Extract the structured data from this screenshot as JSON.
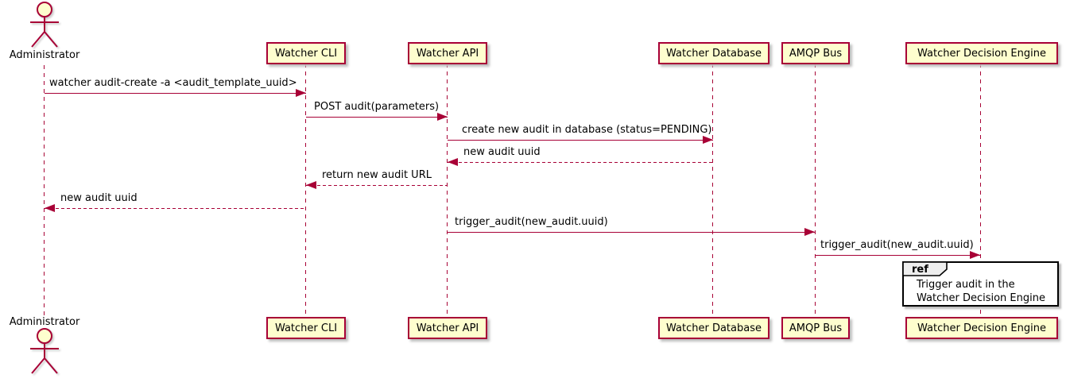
{
  "diagram": {
    "type": "sequence",
    "actor": {
      "name": "Administrator"
    },
    "participants": [
      {
        "label": "Watcher CLI"
      },
      {
        "label": "Watcher API"
      },
      {
        "label": "Watcher Database"
      },
      {
        "label": "AMQP Bus"
      },
      {
        "label": "Watcher Decision Engine"
      }
    ],
    "messages": [
      {
        "from": "Administrator",
        "to": "Watcher CLI",
        "style": "solid",
        "label": "watcher audit-create -a <audit_template_uuid>"
      },
      {
        "from": "Watcher CLI",
        "to": "Watcher API",
        "style": "solid",
        "label": "POST audit(parameters)"
      },
      {
        "from": "Watcher API",
        "to": "Watcher Database",
        "style": "solid",
        "label": "create new audit in database (status=PENDING)"
      },
      {
        "from": "Watcher Database",
        "to": "Watcher API",
        "style": "dashed-return",
        "label": "new audit uuid"
      },
      {
        "from": "Watcher API",
        "to": "Watcher CLI",
        "style": "dashed-return",
        "label": "return new audit URL"
      },
      {
        "from": "Watcher CLI",
        "to": "Administrator",
        "style": "dashed-return",
        "label": "new audit uuid"
      },
      {
        "from": "Watcher API",
        "to": "AMQP Bus",
        "style": "solid",
        "label": "trigger_audit(new_audit.uuid)"
      },
      {
        "from": "AMQP Bus",
        "to": "Watcher Decision Engine",
        "style": "solid",
        "label": "trigger_audit(new_audit.uuid)"
      }
    ],
    "ref": {
      "keyword": "ref",
      "lines": [
        "Trigger audit in the",
        "Watcher Decision Engine"
      ]
    },
    "colors": {
      "participant_fill": "#FEFECE",
      "participant_border": "#A80036",
      "arrow": "#A80036",
      "lifeline": "#A80036",
      "ref_border": "#000000",
      "ref_tab_fill": "#EEEEEE",
      "background": "#FFFFFF",
      "text": "#000000"
    }
  }
}
